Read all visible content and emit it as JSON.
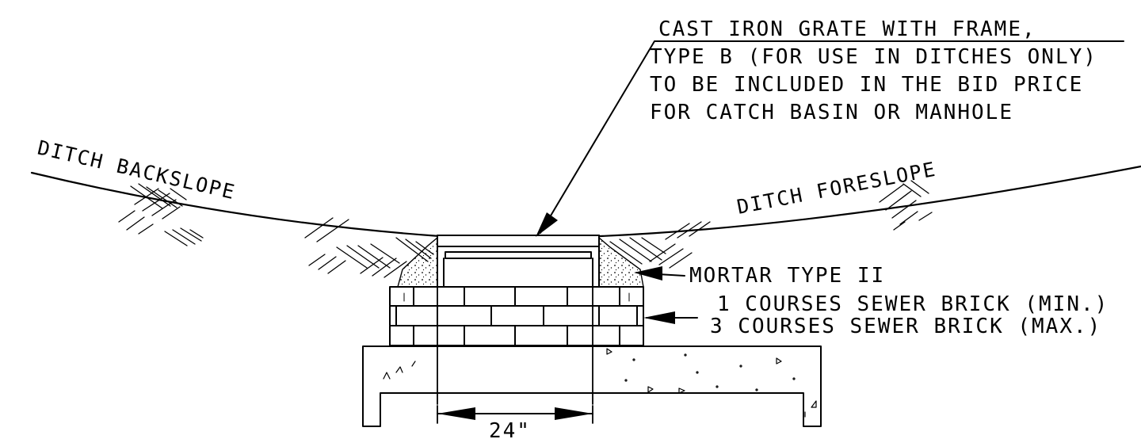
{
  "colors": {
    "ink": "#000000",
    "paper": "#ffffff"
  },
  "labels": {
    "grate": {
      "line1": "CAST IRON GRATE WITH FRAME,",
      "line2": "TYPE B (FOR USE IN DITCHES ONLY)",
      "line3": "TO BE INCLUDED IN THE BID PRICE",
      "line4": "FOR CATCH BASIN OR MANHOLE"
    },
    "backslope": "DITCH BACKSLOPE",
    "foreslope": "DITCH FORESLOPE",
    "mortar": "MORTAR TYPE II",
    "brick": {
      "min": "1 COURSES SEWER BRICK (MIN.)",
      "max": "3 COURSES SEWER BRICK (MAX.)"
    },
    "dimension": "24\""
  }
}
